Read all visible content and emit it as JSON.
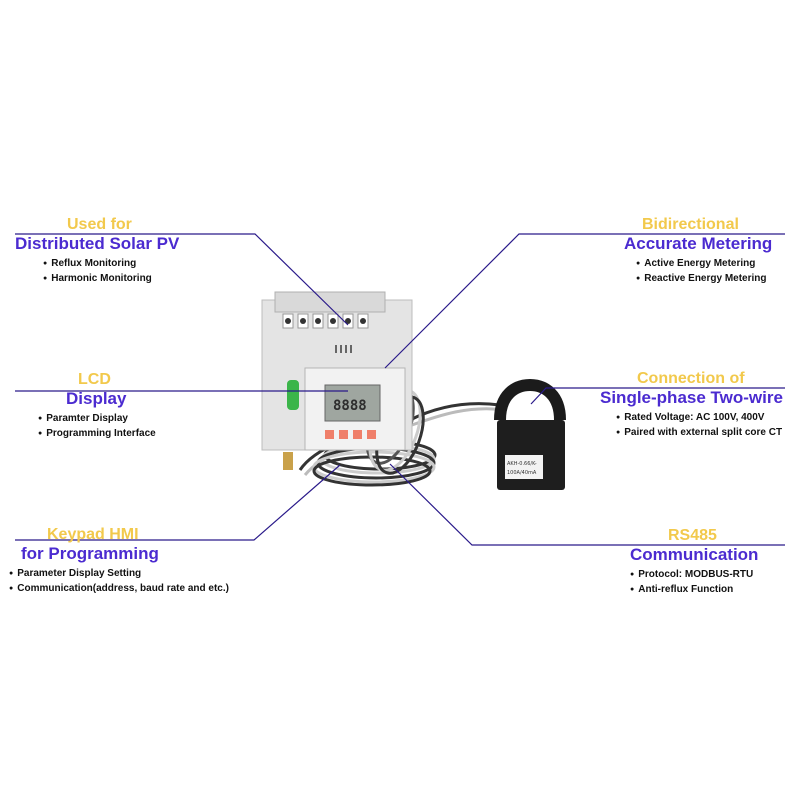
{
  "colors": {
    "heading_yellow": "#f2c94c",
    "heading_purple": "#4b2bd0",
    "leader_line": "#2a1a8a"
  },
  "device": {
    "screen_text": "8888",
    "ct_label_lines": [
      "AKH-0.66/K-",
      "100A/40mA"
    ]
  },
  "callouts": {
    "solar": {
      "line1": "Used for",
      "line2": "Distributed Solar PV",
      "bullets": [
        "Reflux Monitoring",
        "Harmonic Monitoring"
      ]
    },
    "lcd": {
      "line1": "LCD",
      "line2": "Display",
      "bullets": [
        "Paramter Display",
        "Programming Interface"
      ]
    },
    "keypad": {
      "line1": "Keypad HMI",
      "line2": "for Programming",
      "bullets": [
        "Parameter Display Setting",
        "Communication(address, baud rate and etc.)"
      ]
    },
    "metering": {
      "line1": "Bidirectional",
      "line2": "Accurate Metering",
      "bullets": [
        "Active Energy Metering",
        "Reactive Energy Metering"
      ]
    },
    "connection": {
      "line1": "Connection of",
      "line2": "Single-phase Two-wire",
      "bullets": [
        "Rated Voltage: AC 100V, 400V",
        "Paired with external split core CT"
      ]
    },
    "rs485": {
      "line1": "RS485",
      "line2": "Communication",
      "bullets": [
        "Protocol: MODBUS-RTU",
        "Anti-reflux Function"
      ]
    }
  }
}
